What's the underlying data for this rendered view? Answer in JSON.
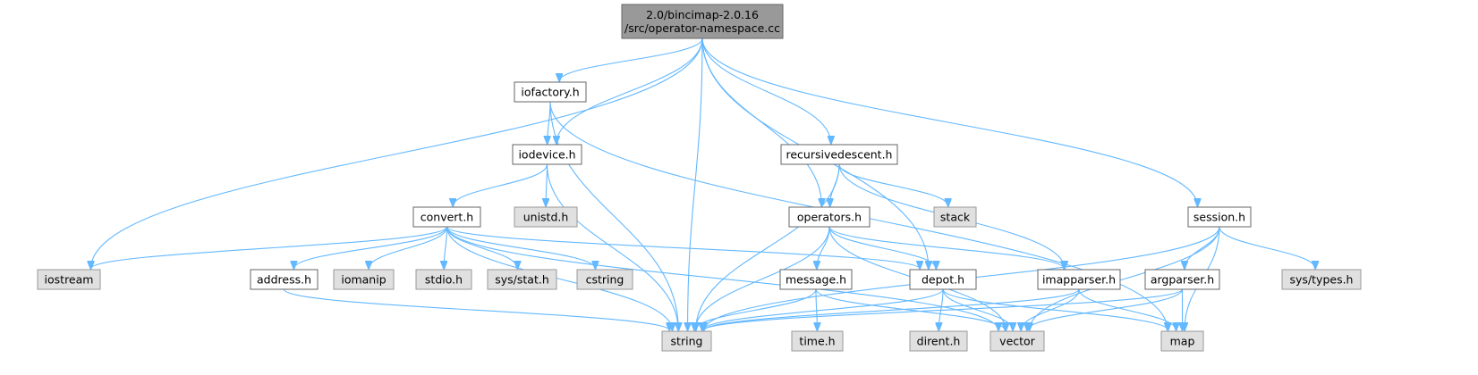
{
  "colors": {
    "edge": "#63b8ff",
    "root_fill": "#999999",
    "root_stroke": "#666666",
    "header_fill": "#ffffff",
    "header_stroke": "#666666",
    "system_fill": "#e0e0e0",
    "system_stroke": "#999999"
  },
  "nodes": {
    "root": {
      "lines": [
        "2.0/bincimap-2.0.16",
        "/src/operator-namespace.cc"
      ],
      "kind": "root"
    },
    "iofactory": {
      "lines": [
        "iofactory.h"
      ],
      "kind": "header"
    },
    "iodevice": {
      "lines": [
        "iodevice.h"
      ],
      "kind": "header"
    },
    "convert": {
      "lines": [
        "convert.h"
      ],
      "kind": "header"
    },
    "unistd": {
      "lines": [
        "unistd.h"
      ],
      "kind": "system"
    },
    "recursivedescent": {
      "lines": [
        "recursivedescent.h"
      ],
      "kind": "header"
    },
    "operators": {
      "lines": [
        "operators.h"
      ],
      "kind": "header"
    },
    "stack": {
      "lines": [
        "stack"
      ],
      "kind": "system"
    },
    "session": {
      "lines": [
        "session.h"
      ],
      "kind": "header"
    },
    "iostream": {
      "lines": [
        "iostream"
      ],
      "kind": "system"
    },
    "address": {
      "lines": [
        "address.h"
      ],
      "kind": "header"
    },
    "iomanip": {
      "lines": [
        "iomanip"
      ],
      "kind": "system"
    },
    "stdio": {
      "lines": [
        "stdio.h"
      ],
      "kind": "system"
    },
    "sysstat": {
      "lines": [
        "sys/stat.h"
      ],
      "kind": "system"
    },
    "cstring": {
      "lines": [
        "cstring"
      ],
      "kind": "system"
    },
    "message": {
      "lines": [
        "message.h"
      ],
      "kind": "header"
    },
    "depot": {
      "lines": [
        "depot.h"
      ],
      "kind": "header"
    },
    "imapparser": {
      "lines": [
        "imapparser.h"
      ],
      "kind": "header"
    },
    "argparser": {
      "lines": [
        "argparser.h"
      ],
      "kind": "header"
    },
    "systypes": {
      "lines": [
        "sys/types.h"
      ],
      "kind": "system"
    },
    "string": {
      "lines": [
        "string"
      ],
      "kind": "system"
    },
    "time": {
      "lines": [
        "time.h"
      ],
      "kind": "system"
    },
    "dirent": {
      "lines": [
        "dirent.h"
      ],
      "kind": "system"
    },
    "vector": {
      "lines": [
        "vector"
      ],
      "kind": "system"
    },
    "map": {
      "lines": [
        "map"
      ],
      "kind": "system"
    }
  },
  "edges": [
    [
      "root",
      "iofactory"
    ],
    [
      "root",
      "iodevice"
    ],
    [
      "root",
      "iostream"
    ],
    [
      "root",
      "string"
    ],
    [
      "root",
      "recursivedescent"
    ],
    [
      "root",
      "operators"
    ],
    [
      "root",
      "depot"
    ],
    [
      "root",
      "session"
    ],
    [
      "iofactory",
      "iodevice"
    ],
    [
      "iofactory",
      "string"
    ],
    [
      "iofactory",
      "map"
    ],
    [
      "iodevice",
      "convert"
    ],
    [
      "iodevice",
      "unistd"
    ],
    [
      "iodevice",
      "string"
    ],
    [
      "convert",
      "iostream"
    ],
    [
      "convert",
      "string"
    ],
    [
      "convert",
      "address"
    ],
    [
      "convert",
      "iomanip"
    ],
    [
      "convert",
      "stdio"
    ],
    [
      "convert",
      "sysstat"
    ],
    [
      "convert",
      "cstring"
    ],
    [
      "convert",
      "depot"
    ],
    [
      "convert",
      "vector"
    ],
    [
      "recursivedescent",
      "stack"
    ],
    [
      "recursivedescent",
      "operators"
    ],
    [
      "recursivedescent",
      "string"
    ],
    [
      "recursivedescent",
      "imapparser"
    ],
    [
      "operators",
      "message"
    ],
    [
      "operators",
      "depot"
    ],
    [
      "operators",
      "imapparser"
    ],
    [
      "operators",
      "string"
    ],
    [
      "operators",
      "vector"
    ],
    [
      "session",
      "argparser"
    ],
    [
      "session",
      "systypes"
    ],
    [
      "session",
      "string"
    ],
    [
      "session",
      "vector"
    ],
    [
      "session",
      "map"
    ],
    [
      "address",
      "string"
    ],
    [
      "message",
      "string"
    ],
    [
      "message",
      "time"
    ],
    [
      "message",
      "vector"
    ],
    [
      "depot",
      "string"
    ],
    [
      "depot",
      "dirent"
    ],
    [
      "depot",
      "vector"
    ],
    [
      "depot",
      "map"
    ],
    [
      "imapparser",
      "string"
    ],
    [
      "imapparser",
      "vector"
    ],
    [
      "imapparser",
      "map"
    ],
    [
      "argparser",
      "string"
    ],
    [
      "argparser",
      "vector"
    ],
    [
      "argparser",
      "map"
    ]
  ]
}
